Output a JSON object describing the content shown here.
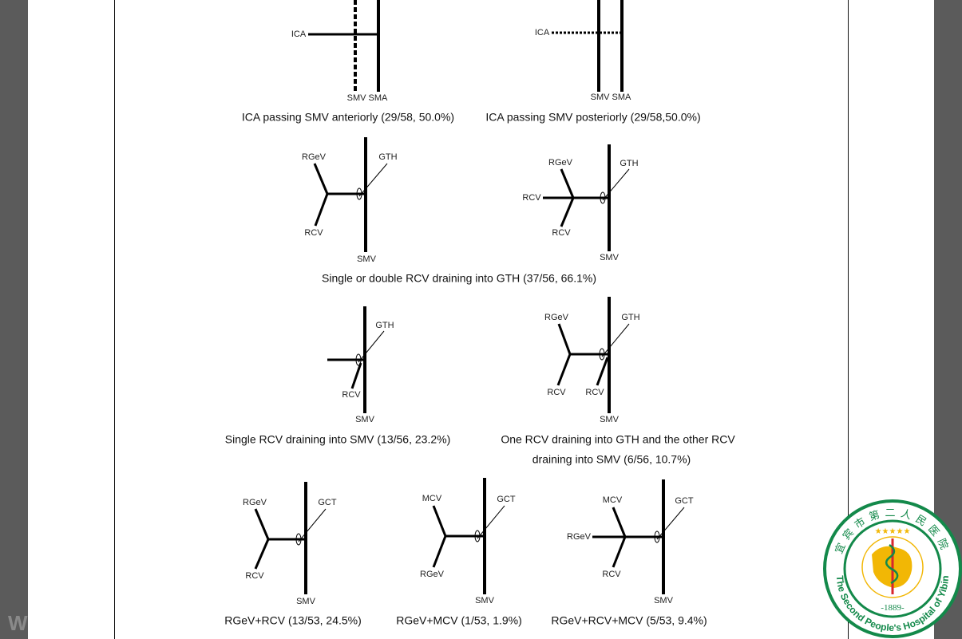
{
  "watermark": "W",
  "figure": {
    "panel1a": {
      "ica": "ICA",
      "smv_sma": "SMV SMA",
      "caption": "ICA passing SMV anteriorly (29/58, 50.0%)"
    },
    "panel1b": {
      "ica": "ICA",
      "smv_sma": "SMV SMA",
      "caption": "ICA passing SMV posteriorly (29/58,50.0%)"
    },
    "panel2a": {
      "rgev": "RGeV",
      "rcv": "RCV",
      "gth": "GTH",
      "smv": "SMV"
    },
    "panel2b": {
      "rgev": "RGeV",
      "rcv_left": "RCV",
      "rcv": "RCV",
      "gth": "GTH",
      "smv": "SMV"
    },
    "row2_caption": "Single or double RCV draining into GTH (37/56, 66.1%)",
    "panel3a": {
      "rcv": "RCV",
      "gth": "GTH",
      "smv": "SMV",
      "caption": "Single RCV draining into SMV (13/56, 23.2%)"
    },
    "panel3b": {
      "rgev": "RGeV",
      "rcv1": "RCV",
      "rcv2": "RCV",
      "gth": "GTH",
      "smv": "SMV",
      "caption_line1": "One RCV draining into GTH and the other RCV",
      "caption_line2": "draining into SMV (6/56, 10.7%)"
    },
    "panel4a": {
      "top": "RGeV",
      "bottom": "RCV",
      "gct": "GCT",
      "smv": "SMV",
      "caption": "RGeV+RCV (13/53, 24.5%)"
    },
    "panel4b": {
      "top": "MCV",
      "bottom": "RGeV",
      "gct": "GCT",
      "smv": "SMV",
      "caption": "RGeV+MCV (1/53, 1.9%)"
    },
    "panel4c": {
      "top": "MCV",
      "left": "RGeV",
      "bottom": "RCV",
      "gct": "GCT",
      "smv": "SMV",
      "caption": "RGeV+RCV+MCV (5/53, 9.4%)"
    }
  },
  "logo": {
    "name_cn": "宜宾市第二人民医院",
    "name_en": "The Second People's Hospital of Yibin",
    "year": "-1889-",
    "colors": {
      "green": "#13894a",
      "gold": "#f2b705",
      "red": "#d8262d"
    }
  }
}
